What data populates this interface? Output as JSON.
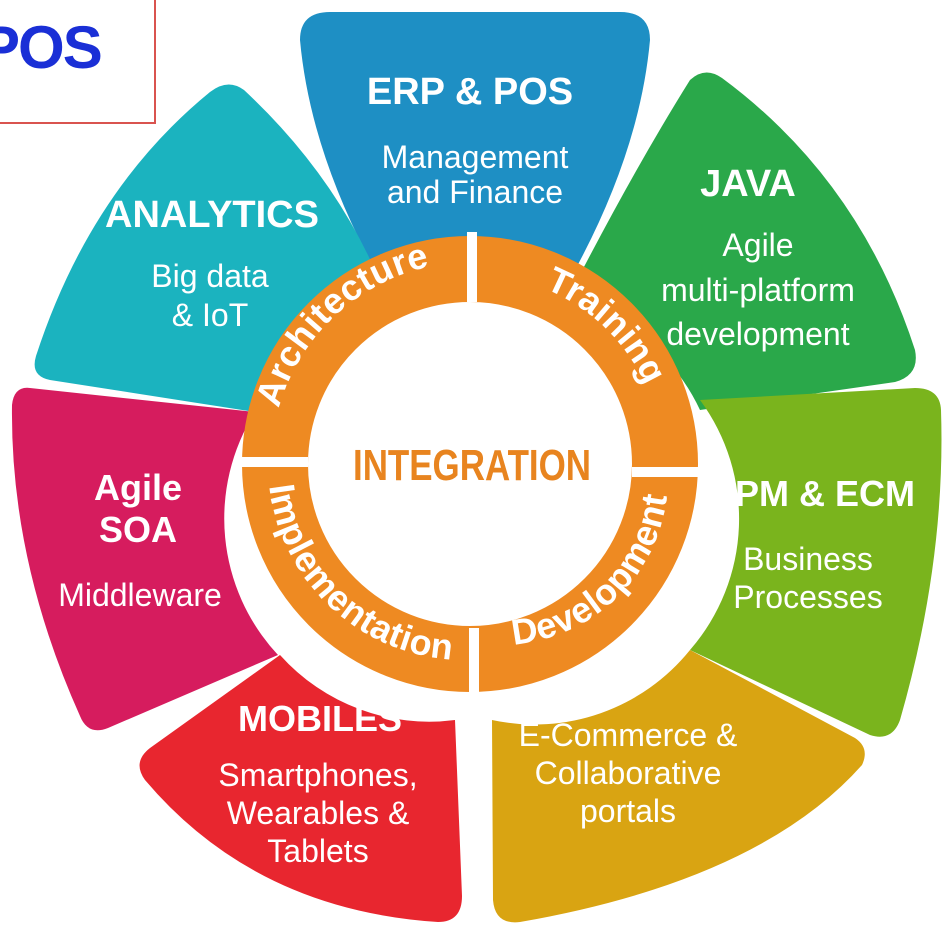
{
  "logo": {
    "text": "POS",
    "color": "#1a2fd6"
  },
  "center": {
    "label": "INTEGRATION",
    "color": "#e8841f"
  },
  "ring": {
    "color": "#ee8a22",
    "labels": [
      "Architecture",
      "Training",
      "Development",
      "Implementation"
    ]
  },
  "segments": [
    {
      "id": "erp",
      "title": "ERP & POS",
      "lines": [
        "Management",
        "and Finance"
      ],
      "color": "#1e8fc4"
    },
    {
      "id": "java",
      "title": "JAVA",
      "lines": [
        "Agile",
        "multi-platform",
        "development"
      ],
      "color": "#2aa84a"
    },
    {
      "id": "bpm",
      "title": "BPM & ECM",
      "lines": [
        "Business",
        "Processes"
      ],
      "color": "#7ab41d"
    },
    {
      "id": "ecommerce",
      "title": "",
      "lines": [
        "E-Commerce &",
        "Collaborative",
        "portals"
      ],
      "color": "#d9a412"
    },
    {
      "id": "mobiles",
      "title": "MOBILES",
      "lines": [
        "Smartphones,",
        "Wearables &",
        "Tablets"
      ],
      "color": "#e8262f"
    },
    {
      "id": "soa",
      "title": "Agile",
      "title2": "SOA",
      "lines": [
        "Middleware"
      ],
      "color": "#d61c5e"
    },
    {
      "id": "analytics",
      "title": "ANALYTICS",
      "lines": [
        "Big data",
        "& IoT"
      ],
      "color": "#1bb3bf"
    }
  ]
}
